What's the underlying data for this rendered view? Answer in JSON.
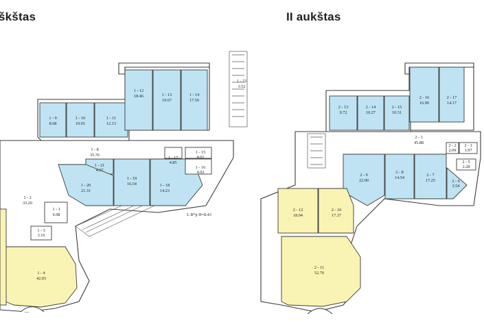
{
  "floors": [
    {
      "title": "škštas",
      "rooms": [
        {
          "code": "1 - 9",
          "area": "8.68",
          "type": "blue"
        },
        {
          "code": "1 - 10",
          "area": "10.01",
          "type": "blue"
        },
        {
          "code": "1 - 11",
          "area": "12.13",
          "type": "blue"
        },
        {
          "code": "1 - 12",
          "area": "18.46",
          "type": "blue"
        },
        {
          "code": "1 - 13",
          "area": "19.67",
          "type": "blue"
        },
        {
          "code": "1 - 14",
          "area": "17.50",
          "type": "blue"
        },
        {
          "code": "1 - 22",
          "area": "3.52",
          "type": "none"
        },
        {
          "code": "1 - 8",
          "area": "35.76",
          "type": "none"
        },
        {
          "code": "1 - 17",
          "area": "4.85",
          "type": "none"
        },
        {
          "code": "1 - 15",
          "area": "4.01",
          "type": "none"
        },
        {
          "code": "1 - 16",
          "area": "4.02",
          "type": "none"
        },
        {
          "code": "1 - 21",
          "area": "4.37",
          "type": "blue"
        },
        {
          "code": "1 - 20",
          "area": "21.31",
          "type": "blue"
        },
        {
          "code": "1 - 19",
          "area": "16.54",
          "type": "blue"
        },
        {
          "code": "1 - 18",
          "area": "14.23",
          "type": "blue"
        },
        {
          "code": "1 - 2",
          "area": "33.20",
          "type": "none"
        },
        {
          "code": "1 - 1",
          "area": "6.98",
          "type": "none"
        },
        {
          "code": "1 - 3",
          "area": "3.16",
          "type": "none"
        },
        {
          "code": "1 - 4",
          "area": "42.93",
          "type": "yellow"
        }
      ],
      "note": "L B*p H=8.43"
    },
    {
      "title": "II aukštas",
      "rooms": [
        {
          "code": "2 - 13",
          "area": "9.72",
          "type": "blue"
        },
        {
          "code": "2 - 14",
          "area": "10.27",
          "type": "blue"
        },
        {
          "code": "2 - 15",
          "area": "10.31",
          "type": "blue"
        },
        {
          "code": "2 - 16",
          "area": "16.96",
          "type": "blue"
        },
        {
          "code": "2 - 17",
          "area": "14.17",
          "type": "blue"
        },
        {
          "code": "2 - 1",
          "area": "45.88",
          "type": "none"
        },
        {
          "code": "2 - 9",
          "area": "22.90",
          "type": "blue"
        },
        {
          "code": "2 - 8",
          "area": "14.54",
          "type": "blue"
        },
        {
          "code": "2 - 7",
          "area": "17.25",
          "type": "blue"
        },
        {
          "code": "2 - 6",
          "area": "3.54",
          "type": "blue"
        },
        {
          "code": "2 - 2",
          "area": "2.09",
          "type": "none"
        },
        {
          "code": "2 - 3",
          "area": "1.97",
          "type": "none"
        },
        {
          "code": "2 - 5",
          "area": "2.28",
          "type": "none"
        },
        {
          "code": "2 - 12",
          "area": "18.94",
          "type": "yellow"
        },
        {
          "code": "2 - 10",
          "area": "17.37",
          "type": "yellow"
        },
        {
          "code": "2 - 11",
          "area": "52.70",
          "type": "yellow"
        }
      ]
    }
  ],
  "colors": {
    "blue": "#bfe3f2",
    "yellow": "#f9f4b4",
    "wall": "#3a3a3a",
    "line": "#555555"
  }
}
